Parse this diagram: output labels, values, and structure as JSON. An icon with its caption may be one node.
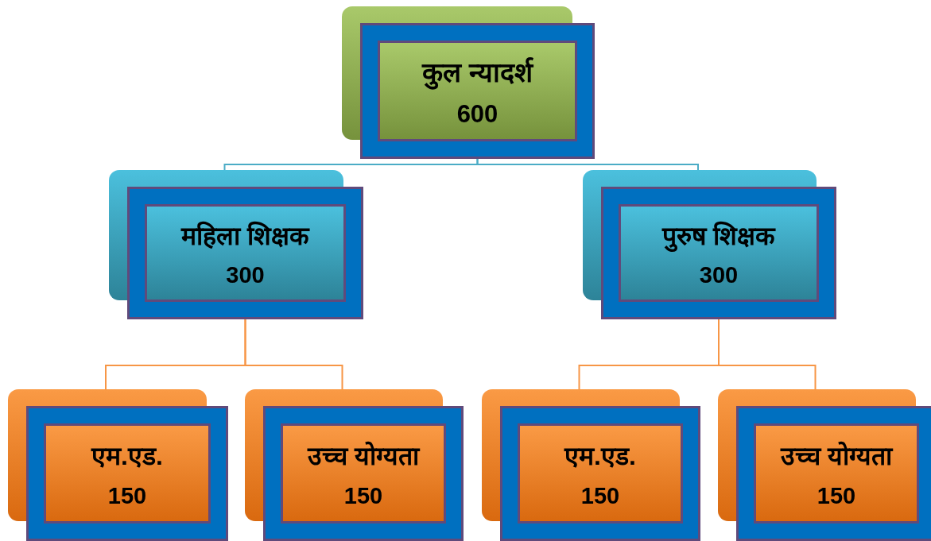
{
  "diagram": {
    "nodes": [
      {
        "text": [
          "कुल न्यादर्श",
          "600"
        ]
      },
      {
        "text": [
          "महिला शिक्षक",
          "300"
        ]
      },
      {
        "text": [
          "पुरुष शिक्षक",
          "300"
        ]
      },
      {
        "text": [
          "एम.एड.",
          "150"
        ]
      },
      {
        "text": [
          "उच्च योग्यता",
          "150"
        ]
      },
      {
        "text": [
          "एम.एड.",
          "150"
        ]
      },
      {
        "text": [
          "उच्च योग्यता",
          "150"
        ]
      }
    ],
    "edges": [
      {
        "from": 0,
        "to": 1,
        "arrow": "none",
        "color": "#4bacc6"
      },
      {
        "from": 0,
        "to": 2,
        "arrow": "none",
        "color": "#4bacc6"
      },
      {
        "from": 1,
        "to": 3,
        "arrow": "none"
      },
      {
        "from": 1,
        "to": 4,
        "arrow": "none"
      },
      {
        "from": 2,
        "to": 5,
        "arrow": "none"
      },
      {
        "from": 2,
        "to": 6,
        "arrow": "none"
      }
    ]
  }
}
